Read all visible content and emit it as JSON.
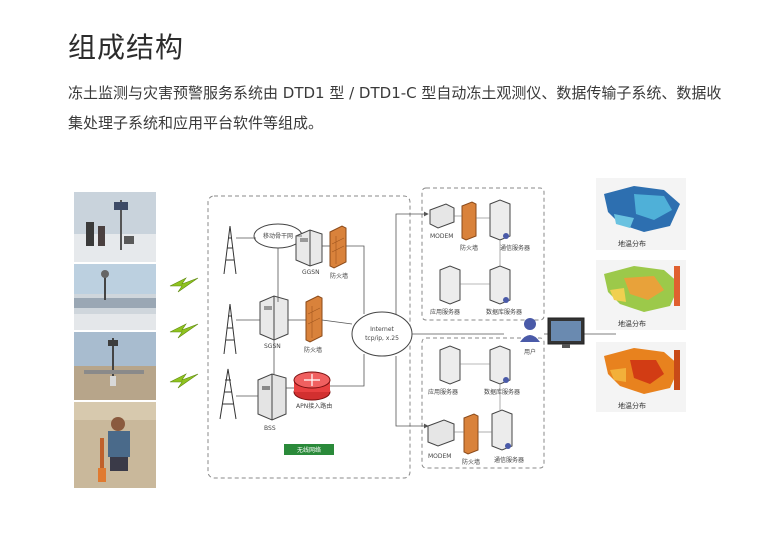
{
  "heading": "组成结构",
  "paragraph": "冻土监测与灾害预警服务系统由 DTD1 型 /  DTD1-C 型自动冻土观测仪、数据传输子系统、数据收集处理子系统和应用平台软件等组成。",
  "diagram": {
    "mobile_switch": "移动骨干网",
    "ggsn": "GGSN",
    "sgsn": "SGSN",
    "bss": "BSS",
    "firewall": "防火墙",
    "apn": "APN接入路由",
    "internet": "Internet",
    "protocol": "tcp/ip, x.25",
    "wireless_net": "无线网络",
    "modem": "MODEM",
    "comm_server": "通信服务器",
    "app_server": "应用服务器",
    "db_server": "数据库服务器",
    "user": "用户",
    "map1": "地温分布",
    "map2": "地温分布",
    "map3": "地温分布"
  },
  "colors": {
    "firewall": "#d9823b",
    "wireless_bar": "#2a8a3a",
    "lightning": "#8fc31f"
  }
}
